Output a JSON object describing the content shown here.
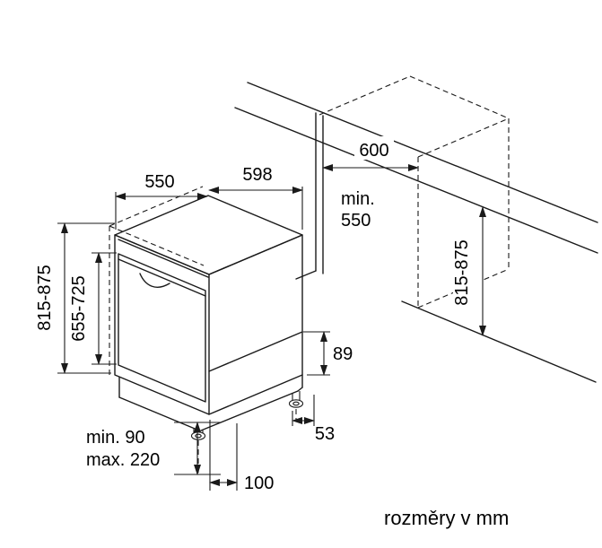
{
  "drawing": {
    "unit_note": "rozměry v mm",
    "machine": {
      "top_depth": "550",
      "top_width": "598",
      "height_range": "815-875",
      "door_height_range": "655-725",
      "rear_base_height": "89",
      "rear_foot_to_back": "53",
      "front_foot_inset": "100",
      "plinth_min": "min. 90",
      "plinth_max": "max. 220"
    },
    "niche": {
      "width": "600",
      "depth_min_label": "min.",
      "depth_min_value": "550",
      "height_range": "815-875"
    }
  }
}
